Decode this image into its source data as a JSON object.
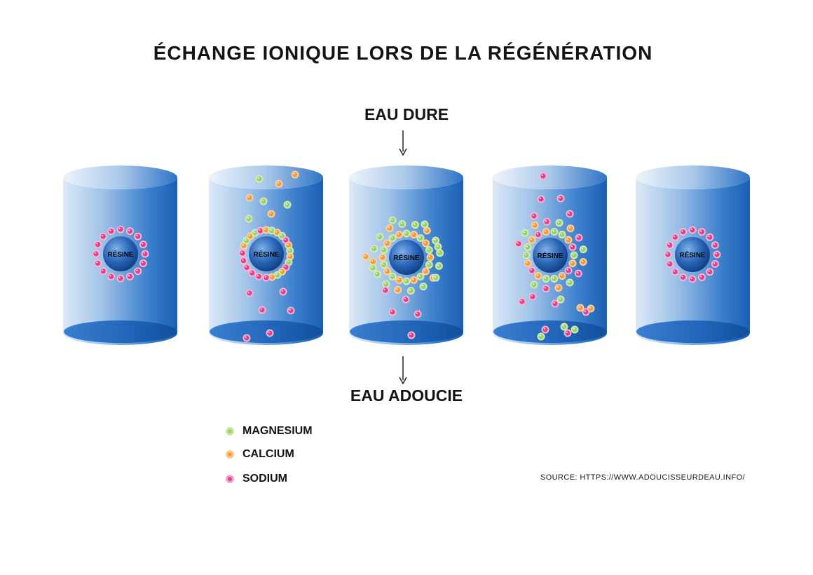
{
  "title": "ÉCHANGE IONIQUE LORS DE LA RÉGÉNÉRATION",
  "input_label": "EAU DURE",
  "output_label": "EAU ADOUCIE",
  "resin_label": "RÉSINE",
  "legend": [
    {
      "label": "MAGNESIUM",
      "color": "#9ad16a"
    },
    {
      "label": "CALCIUM",
      "color": "#f39c3c"
    },
    {
      "label": "SODIUM",
      "color": "#e0408c"
    }
  ],
  "source": "SOURCE: HTTPS://WWW.ADOUCISSEURDEAU.INFO/",
  "colors": {
    "cylinder_dark": "#1a63b8",
    "cylinder_light": "#dce9f6",
    "resin_core": "#1f56a3"
  }
}
